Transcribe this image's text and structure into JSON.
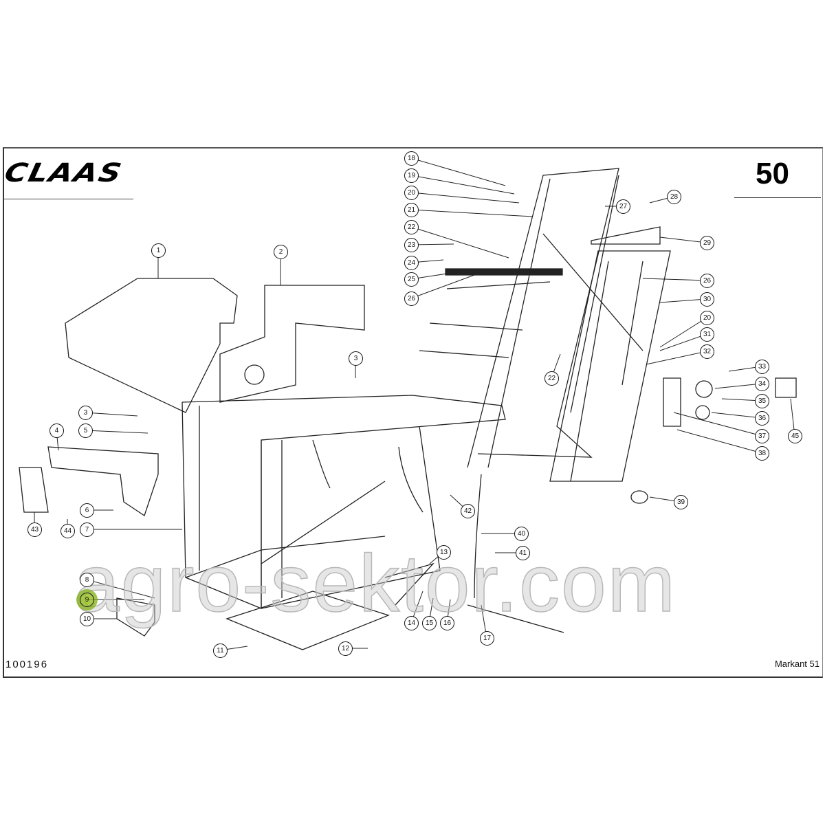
{
  "header": {
    "logo": "CLAAS",
    "page_number": "50"
  },
  "footer": {
    "document_number": "100196",
    "model": "Markant 51"
  },
  "watermark": "agro-sektor.com",
  "highlight_color": "#8fb51e",
  "highlighted_part": "9",
  "callouts": [
    "18",
    "19",
    "20",
    "21",
    "22",
    "23",
    "24",
    "25",
    "26",
    "1",
    "2",
    "3",
    "3",
    "4",
    "5",
    "6",
    "7",
    "43",
    "44",
    "28",
    "27",
    "29",
    "26",
    "30",
    "20",
    "31",
    "32",
    "22",
    "33",
    "34",
    "35",
    "36",
    "37",
    "45",
    "38",
    "39",
    "42",
    "40",
    "41",
    "13",
    "8",
    "9",
    "10",
    "14",
    "15",
    "16",
    "17",
    "11",
    "12"
  ]
}
